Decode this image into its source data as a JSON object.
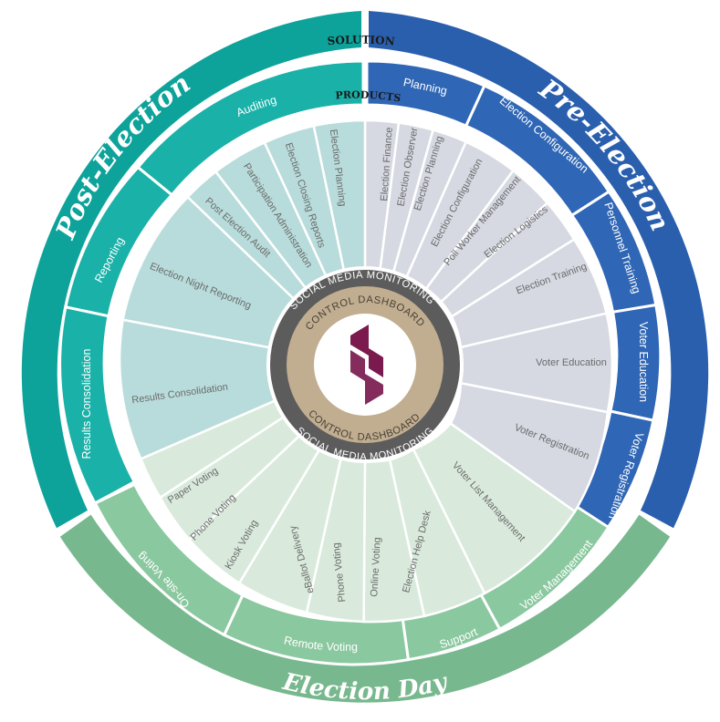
{
  "header": {
    "solution": "SOLUTION",
    "products": "PRODUCTS"
  },
  "phases": {
    "post_election": "Post-Election",
    "pre_election": "Pre-Election",
    "election_day": "Election Day"
  },
  "solutions": {
    "auditing": "Auditing",
    "reporting": "Reporting",
    "results_consolidation": "Results Consolidation",
    "planning": "Planning",
    "election_configuration": "Election Configuration",
    "personnel_training": "Personnel Training",
    "voter_education": "Voter Education",
    "voter_registration": "Voter Registration",
    "voter_management": "Voter Management",
    "support": "Support",
    "remote_voting": "Remote Voting",
    "onsite_voting": "On-site Voting"
  },
  "products": {
    "election_finance": "Election Finance",
    "election_observer": "Election Observer",
    "election_planning_pre": "Election Planning",
    "election_configuration": "Election Configuration",
    "poll_worker_management": "Poll Worker Management",
    "election_logistics": "Election  Logistics",
    "election_training": "Election Training",
    "voter_education": "Voter Education",
    "voter_registration": "Voter Registration",
    "voter_list_management": "Voter List Management",
    "election_help_desk": "Election Help Desk",
    "online_voting": "Online Voting",
    "phone_voting_remote": "Phone Voting",
    "eballot_delivery": "eBallot Delivery",
    "kiosk_voting": "Kiosk Voting",
    "phone_voting_onsite": "Phone Voting",
    "paper_voting": "Paper Voting",
    "results_consolidation": "Results Consolidation",
    "election_night_reporting": "Election Night Reporting",
    "post_election_audit": "Post Election Audit",
    "participation_administration": "Participation Administration",
    "election_closing_reports": "Election Closing Reports",
    "election_planning_post": "Election Planning"
  },
  "hub": {
    "social_top": "SOCIAL MEDIA MONITORING",
    "control_top": "CONTROL DASHBOARD",
    "control_bottom": "CONTROL DASHBOARD",
    "social_bottom": "SOCIAL MEDIA MONITORING"
  },
  "logo": {
    "name": "S-logo-icon",
    "color": "#7a1a4e"
  },
  "colors": {
    "post_outer": "#0ea39a",
    "post_solution": "#1ab1a8",
    "post_product": "#b8dcdb",
    "pre_outer": "#2a5fae",
    "pre_solution": "#2f66b5",
    "pre_product": "#d6d9e2",
    "day_outer": "#78b88e",
    "day_solution": "#8ac89f",
    "day_product": "#d9eadc",
    "hub_dark": "#5c5c5c",
    "hub_tan": "#c1ae91"
  }
}
